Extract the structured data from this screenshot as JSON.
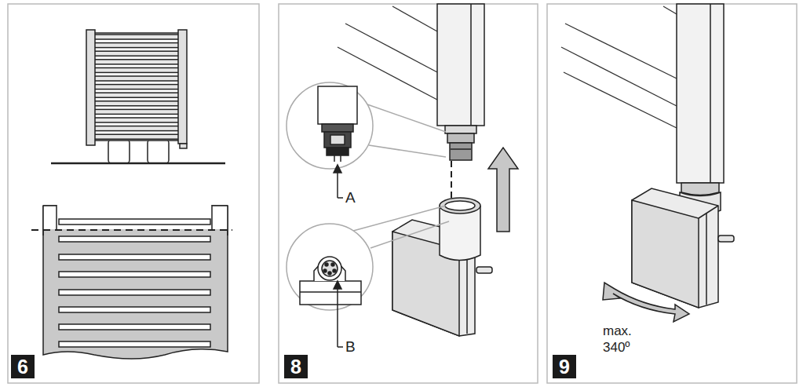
{
  "diagram": {
    "labels": [
      "6",
      "8",
      "A",
      "B",
      "9",
      "max. 340º"
    ]
  }
}
